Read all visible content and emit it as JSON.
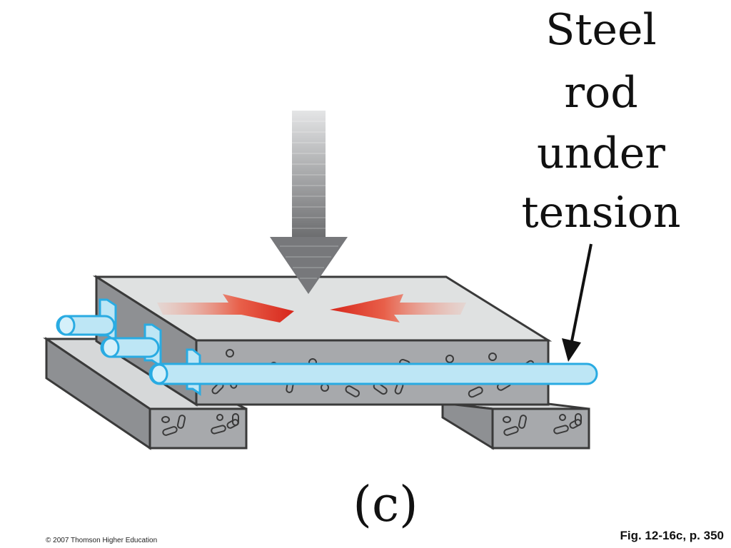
{
  "label": {
    "line1": "Steel",
    "line2": "rod",
    "line3": "under",
    "line4": "tension"
  },
  "panel_letter": "(c)",
  "copyright": "© 2007 Thomson Higher Education",
  "figure_reference": "Fig. 12-16c, p. 350",
  "colors": {
    "slab_top": "#dfe1e1",
    "slab_side": "#a7a9ac",
    "rod": "#bde6f5",
    "rod_outline": "#29abe2",
    "force_arrow": "#8a8c8e",
    "compression_arrow": "#e03a2a"
  }
}
